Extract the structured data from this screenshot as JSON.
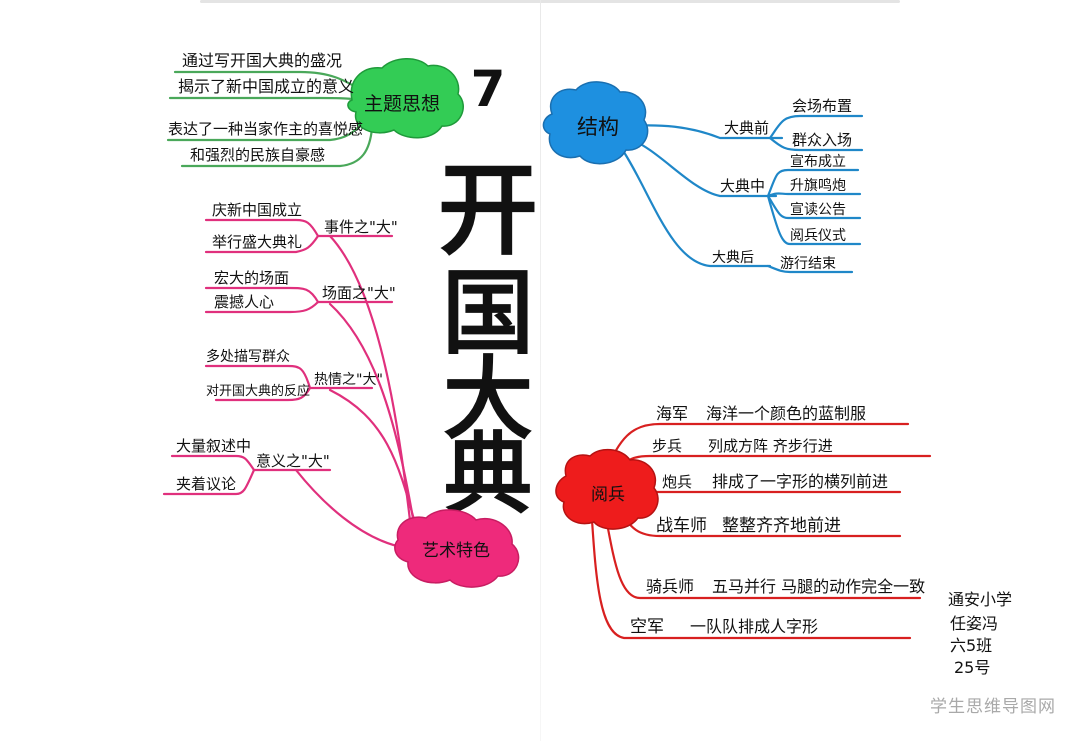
{
  "title": {
    "num": "7",
    "chars": [
      "开",
      "国",
      "大",
      "典"
    ]
  },
  "theme": {
    "hub": "主题思想",
    "lines": [
      "通过写开国大典的盛况",
      "揭示了新中国成立的意义",
      "表达了一种当家作主的喜悦感",
      "和强烈的民族自豪感"
    ]
  },
  "structure": {
    "hub": "结构",
    "groups": [
      {
        "label": "大典前",
        "items": [
          "会场布置",
          "群众入场"
        ]
      },
      {
        "label": "大典中",
        "items": [
          "宣布成立",
          "升旗鸣炮",
          "宣读公告",
          "阅兵仪式"
        ]
      },
      {
        "label": "大典后",
        "items": [
          "游行结束"
        ]
      }
    ]
  },
  "art": {
    "hub": "艺术特色",
    "groups": [
      {
        "label": "事件之\"大\"",
        "items": [
          "庆新中国成立",
          "举行盛大典礼"
        ]
      },
      {
        "label": "场面之\"大\"",
        "items": [
          "宏大的场面",
          "震撼人心"
        ]
      },
      {
        "label": "热情之\"大\"",
        "items": [
          "多处描写群众",
          "对开国大典的反应"
        ]
      },
      {
        "label": "意义之\"大\"",
        "items": [
          "大量叙述中",
          "夹着议论"
        ]
      }
    ]
  },
  "parade": {
    "hub": "阅兵",
    "rows": [
      {
        "label": "海军",
        "text": "海洋一个颜色的蓝制服"
      },
      {
        "label": "步兵",
        "text": "列成方阵 齐步行进"
      },
      {
        "label": "炮兵",
        "text": "排成了一字形的横列前进"
      },
      {
        "label": "战车师",
        "text": "整整齐齐地前进"
      },
      {
        "label": "骑兵师",
        "text": "五马并行 马腿的动作完全一致"
      },
      {
        "label": "空军",
        "text": "一队队排成人字形"
      }
    ]
  },
  "credit": [
    "通安小学",
    "任姿冯",
    "六5班",
    "25号"
  ],
  "watermark": "学生思维导图网",
  "colors": {
    "theme": "#33cc55",
    "structure": "#1e90e0",
    "art": "#ee2a7b",
    "parade": "#ee1c1c",
    "branch_green": "#4aa85a",
    "branch_blue": "#1f87c8",
    "branch_pink": "#e0307d",
    "branch_red": "#d82020"
  }
}
